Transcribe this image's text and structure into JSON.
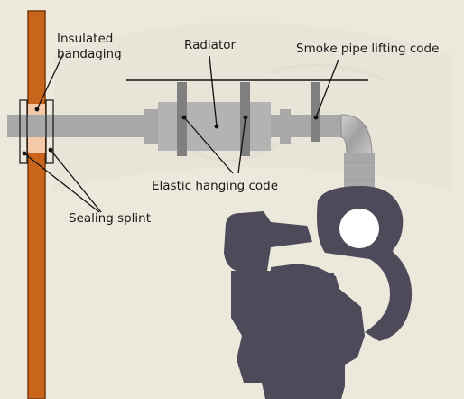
{
  "labels": {
    "insulated_bandaging_line1": "Insulated",
    "insulated_bandaging_line2": "bandaging",
    "radiator": "Radiator",
    "smoke_pipe_lifting_code": "Smoke pipe lifting code",
    "elastic_hanging_code": "Elastic hanging code",
    "sealing_splint": "Sealing splint"
  },
  "colors": {
    "background": "#ece8dc",
    "wall": "#c9651a",
    "pipe": "#a8a8a8",
    "radiator": "#b3b3b3",
    "hanger_band": "#7f7f7f",
    "engine": "#4d4a59",
    "bandage": "#f3c9a8",
    "leader": "#111111"
  }
}
